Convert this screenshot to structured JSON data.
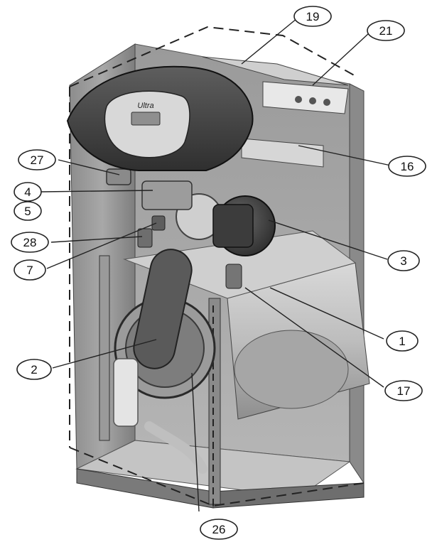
{
  "callouts": [
    {
      "id": "c19",
      "label": "19"
    },
    {
      "id": "c21",
      "label": "21"
    },
    {
      "id": "c16",
      "label": "16"
    },
    {
      "id": "c27",
      "label": "27"
    },
    {
      "id": "c4",
      "label": "4"
    },
    {
      "id": "c5",
      "label": "5"
    },
    {
      "id": "c28",
      "label": "28"
    },
    {
      "id": "c7",
      "label": "7"
    },
    {
      "id": "c3",
      "label": "3"
    },
    {
      "id": "c1",
      "label": "1"
    },
    {
      "id": "c2",
      "label": "2"
    },
    {
      "id": "c17",
      "label": "17"
    },
    {
      "id": "c26",
      "label": "26"
    }
  ],
  "control_panel": {
    "logo_text": "Ultra"
  }
}
